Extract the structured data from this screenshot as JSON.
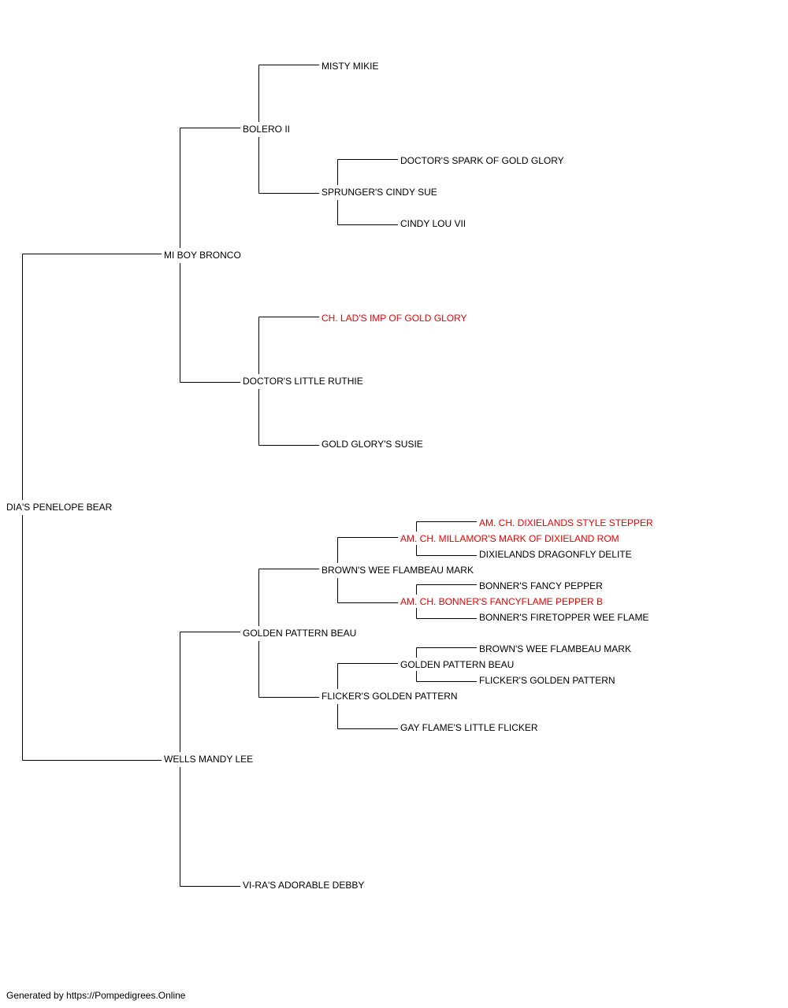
{
  "pedigree": {
    "root": "DIA'S PENELOPE BEAR",
    "sire": "MI BOY BRONCO",
    "dam": "WELLS MANDY LEE",
    "sire_sire": "BOLERO II",
    "sire_dam": "DOCTOR'S LITTLE RUTHIE",
    "sire_sire_sire": "MISTY MIKIE",
    "sire_sire_dam": "SPRUNGER'S CINDY SUE",
    "sire_sire_dam_sire": "DOCTOR'S SPARK OF GOLD GLORY",
    "sire_sire_dam_dam": "CINDY LOU VII",
    "sire_dam_sire": "CH. LAD'S IMP OF GOLD GLORY",
    "sire_dam_dam": "GOLD GLORY'S SUSIE",
    "dam_sire": "GOLDEN PATTERN BEAU",
    "dam_dam": "VI-RA'S ADORABLE DEBBY",
    "dam_sire_sire": "BROWN'S WEE FLAMBEAU MARK",
    "dam_sire_dam": "FLICKER'S GOLDEN PATTERN",
    "dam_sire_sire_sire": "AM. CH. MILLAMOR'S MARK OF DIXIELAND ROM",
    "dam_sire_sire_dam": "AM. CH. BONNER'S FANCYFLAME PEPPER B",
    "dam_sire_sire_sire_sire": "AM. CH. DIXIELANDS STYLE STEPPER",
    "dam_sire_sire_sire_dam": "DIXIELANDS DRAGONFLY DELITE",
    "dam_sire_sire_dam_sire": "BONNER'S FANCY PEPPER",
    "dam_sire_sire_dam_dam": "BONNER'S FIRETOPPER WEE FLAME",
    "dam_sire_dam_sire": "GOLDEN PATTERN BEAU",
    "dam_sire_dam_dam": "GAY FLAME'S LITTLE FLICKER",
    "dam_sire_dam_sire_sire": "BROWN'S WEE FLAMBEAU MARK",
    "dam_sire_dam_sire_dam": "FLICKER'S GOLDEN PATTERN"
  },
  "footer": "Generated by https://Pompedigrees.Online",
  "colors": {
    "champion": "#ee0000",
    "text": "#000000",
    "line": "#000000"
  }
}
